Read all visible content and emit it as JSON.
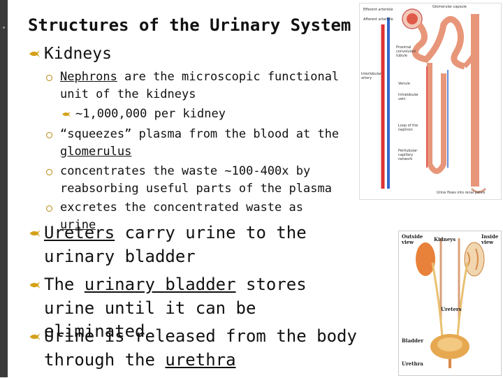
{
  "title": "Structures of the Urinary System",
  "kidneys": {
    "label": "Kidneys",
    "items": [
      {
        "parts": [
          {
            "t": "Nephrons",
            "u": true
          },
          {
            "t": " are the microscopic functional unit of the kidneys",
            "u": false
          }
        ]
      },
      {
        "parts": [
          {
            "t": "“squeezes” plasma from the blood at the ",
            "u": false
          },
          {
            "t": "glomerulus",
            "u": true
          }
        ]
      },
      {
        "parts": [
          {
            "t": "concentrates the waste ~100-400x by reabsorbing useful parts of the plasma",
            "u": false
          }
        ]
      },
      {
        "parts": [
          {
            "t": "excretes the concentrated waste as ",
            "u": false
          },
          {
            "t": "urine",
            "u": true
          }
        ]
      }
    ],
    "subsub": "~1,000,000 per kidney"
  },
  "bullets": [
    {
      "parts": [
        {
          "t": "Ureters",
          "u": true
        },
        {
          "t": " carry urine to the urinary bladder",
          "u": false
        }
      ]
    },
    {
      "parts": [
        {
          "t": "The ",
          "u": false
        },
        {
          "t": "urinary bladder",
          "u": true
        },
        {
          "t": " stores urine until it can be eliminated",
          "u": false
        }
      ]
    },
    {
      "parts": [
        {
          "t": "Urine is released from the body through the ",
          "u": false
        },
        {
          "t": "urethra",
          "u": true
        }
      ]
    }
  ],
  "figure1_labels": {
    "efferent": "Efferent arteriole",
    "afferent": "Afferent arteriole",
    "glomerular": "Glomerular capsule",
    "proximal": "Proximal convoluted tubule",
    "interlobular": "Interlobular artery",
    "venule": "Venule",
    "intralobular": "Intralobular vein",
    "loop": "Loop of the nephron",
    "peritubular": "Peritubular capillary network",
    "urine": "Urine flows into renal pelvis"
  },
  "figure2_labels": {
    "outside": "Outside view",
    "kidneys": "Kidneys",
    "inside": "Inside view",
    "ureters": "Ureters",
    "bladder": "Bladder",
    "urethra": "Urethra"
  },
  "colors": {
    "bullet_mark": "#d4a017",
    "sub_circle": "#b8860b",
    "left_bar": "#3a3a3a"
  }
}
